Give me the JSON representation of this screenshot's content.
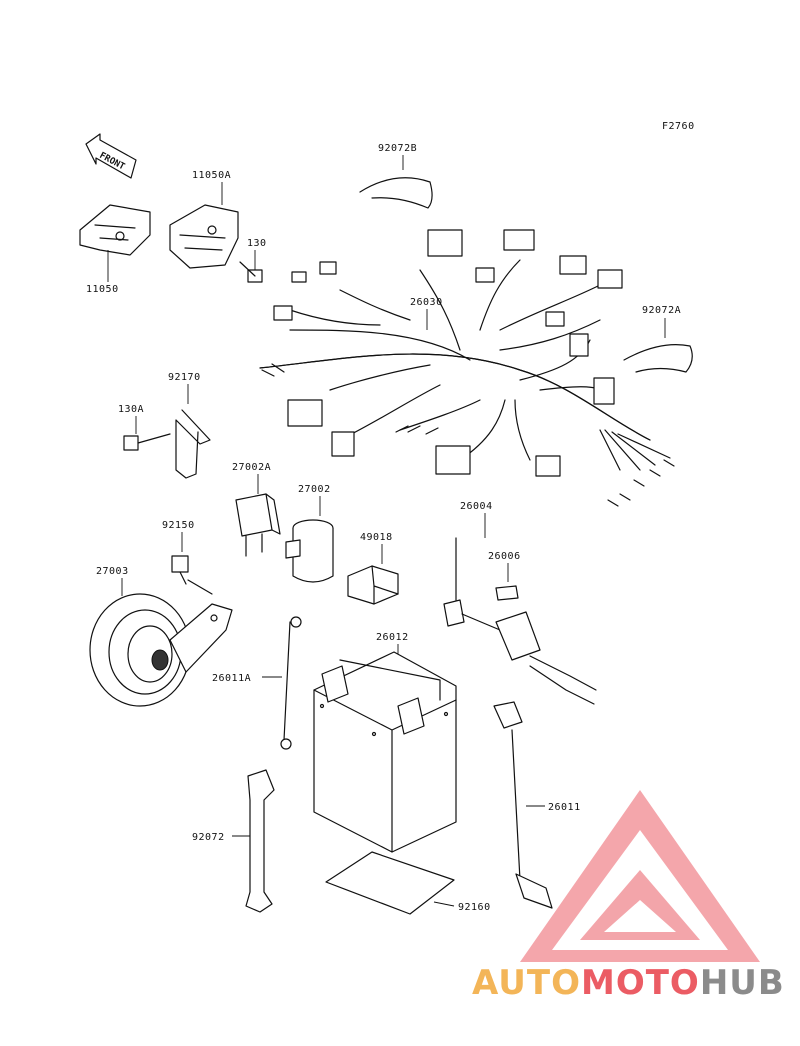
{
  "figure_code": "F2760",
  "front_arrow_text": "FRONT",
  "parts": {
    "p11050": "11050",
    "p11050A": "11050A",
    "p130": "130",
    "p92072B": "92072B",
    "p26030": "26030",
    "p92072A": "92072A",
    "p92170": "92170",
    "p130A": "130A",
    "p27002A": "27002A",
    "p27002": "27002",
    "p49018": "49018",
    "p26004": "26004",
    "p26006": "26006",
    "p92150": "92150",
    "p27003": "27003",
    "p26012": "26012",
    "p26011A": "26011A",
    "p26011": "26011",
    "p92072": "92072",
    "p92160": "92160"
  },
  "watermark": {
    "part1": "AUTO",
    "part2": "MOTO",
    "part3": "HUB",
    "color_orange": "#f2a93b",
    "color_red": "#e8404a",
    "color_gray": "#777777"
  }
}
